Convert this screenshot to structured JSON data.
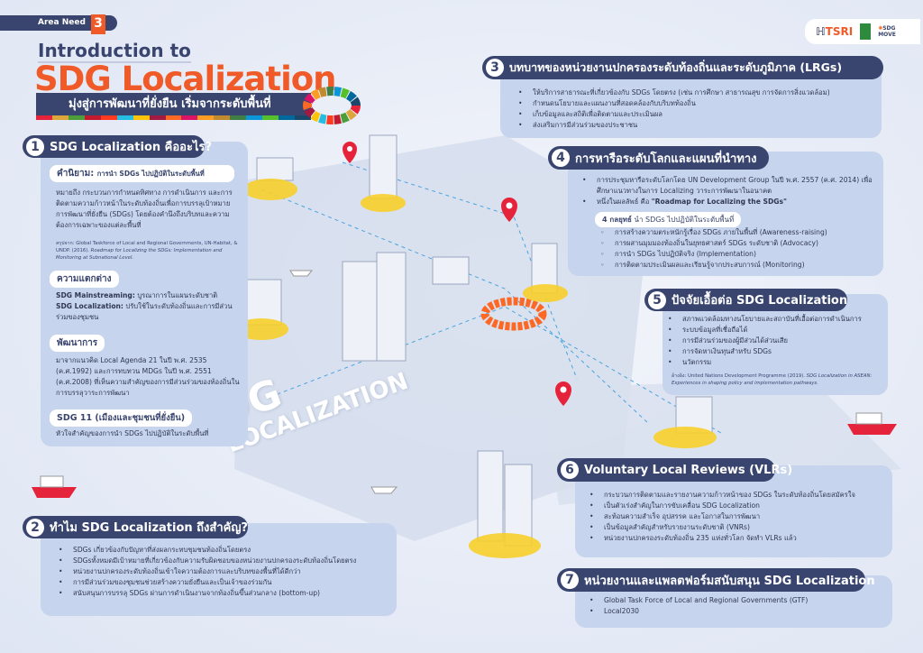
{
  "header": {
    "area_label": "Area Need",
    "area_number": "3",
    "intro": "Introduction to",
    "title": "SDG Localization",
    "subtitle": "มุ่งสู่การพัฒนาที่ยั่งยืน เริ่มจากระดับพื้นที่",
    "logos": [
      "TSRI",
      "SDG MOVE"
    ]
  },
  "colors": {
    "navy": "#39456f",
    "orange": "#f05a28",
    "panel": "#c6d4ee",
    "sdg_stripe": [
      "#e5243b",
      "#dda63a",
      "#4c9f38",
      "#c5192d",
      "#ff3a21",
      "#26bde2",
      "#fcc30b",
      "#a21942",
      "#fd6925",
      "#dd1367",
      "#fd9d24",
      "#bf8b2e",
      "#3f7e44",
      "#0a97d9",
      "#56c02b",
      "#00689d",
      "#19486a"
    ]
  },
  "map": {
    "watermark_1": "SDG",
    "watermark_2": "LOCALIZATION"
  },
  "s1": {
    "num": "1",
    "title": "SDG Localization คืออะไร?",
    "def_label": "คำนิยาม:",
    "def_sub": "การนำ SDGs ไปปฏิบัติในระดับพื้นที่",
    "def_text": "หมายถึง กระบวนการกำหนดทิศทาง การดำเนินการ และการติดตามความก้าวหน้าในระดับท้องถิ่นเพื่อการบรรลุเป้าหมายการพัฒนาที่ยั่งยืน (SDGs) โดยต้องคำนึงถึงบริบทและความต้องการเฉพาะของแต่ละพื้นที่",
    "def_ref_prefix": "สรุปจาก: Global Taskforce of Local and Regional Governments, UN-Habitat, & UNDP. (2016). ",
    "def_ref_title": "Roadmap for Localizing the SDGs: Implementation and Monitoring at Subnational Level.",
    "diff_label": "ความแตกต่าง",
    "diff_1_term": "SDG Mainstreaming:",
    "diff_1_text": " บูรณาการในแผนระดับชาติ",
    "diff_2_term": "SDG Localization:",
    "diff_2_text": " ปรับใช้ในระดับท้องถิ่นและการมีส่วนร่วมของชุมชน",
    "dev_label": "พัฒนาการ",
    "dev_text": "มาจากแนวคิด Local Agenda 21 ในปี พ.ศ. 2535 (ค.ศ.1992) และการทบทวน MDGs ในปี พ.ศ. 2551 (ค.ศ.2008) ที่เห็นความสำคัญของการมีส่วนร่วมของท้องถิ่นในการบรรลุวาระการพัฒนา",
    "sdg11_label": "SDG 11 (เมืองและชุมชนที่ยั่งยืน)",
    "sdg11_text": "หัวใจสำคัญของการนำ SDGs ไปปฏิบัติในระดับพื้นที่"
  },
  "s2": {
    "num": "2",
    "title": "ทำไม SDG Localization ถึงสำคัญ?",
    "items": [
      "SDGs เกี่ยวข้องกับปัญหาที่ส่งผลกระทบชุมชนท้องถิ่นโดยตรง",
      "SDGsทั้งหมดมีเป้าหมายที่เกี่ยวข้องกับความรับผิดชอบของหน่วยงานปกครองระดับท้องถิ่นโดยตรง",
      "หน่วยงานปกครองระดับท้องถิ่นเข้าใจความต้องการและบริบทของพื้นที่ได้ดีกว่า",
      "การมีส่วนร่วมของชุมชนช่วยสร้างความยั่งยืนและเป็นเจ้าของร่วมกัน",
      "สนับสนุนการบรรลุ SDGs ผ่านการดำเนินงานจากท้องถิ่นขึ้นส่วนกลาง (bottom-up)"
    ]
  },
  "s3": {
    "num": "3",
    "title": "บทบาทของหน่วยงานปกครองระดับท้องถิ่นและระดับภูมิภาค (LRGs)",
    "items": [
      "ให้บริการสาธารณะที่เกี่ยวข้องกับ SDGs โดยตรง (เช่น การศึกษา สาธารณสุข การจัดการสิ่งแวดล้อม)",
      "กำหนดนโยบายและแผนงานที่สอดคล้องกับบริบทท้องถิ่น",
      "เก็บข้อมูลและสถิติเพื่อติดตามและประเมินผล",
      "ส่งเสริมการมีส่วนร่วมของประชาชน"
    ]
  },
  "s4": {
    "num": "4",
    "title": "การหารือระดับโลกและแผนที่นำทาง",
    "item_1": "การประชุมหารือระดับโลกโดย UN Development Group ในปี พ.ศ. 2557 (ค.ศ. 2014) เพื่อศึกษาแนวทางในการ Localizing วาระการพัฒนาในอนาคต",
    "item_2_prefix": "หนึ่งในผลลัพธ์ คือ ",
    "item_2_bold": "\"Roadmap for Localizing the SDGs\"",
    "strat_bold": "4 กลยุทธ์",
    "strat_label": " นำ SDGs ไปปฏิบัติในระดับพื้นที่",
    "strategies": [
      "การสร้างความตระหนักรู้เรื่อง SDGs ภายในพื้นที่ (Awareness-raising)",
      "การผสานมุมมองท้องถิ่นในยุทธศาสตร์ SDGs ระดับชาติ (Advocacy)",
      "การนำ SDGs ไปปฏิบัติจริง (Implementation)",
      "การติดตามประเมินผลและเรียนรู้จากประสบการณ์ (Monitoring)"
    ]
  },
  "s5": {
    "num": "5",
    "title": "ปัจจัยเอื้อต่อ SDG Localization",
    "items": [
      "สภาพแวดล้อมทางนโยบายและสถาบันที่เอื้อต่อการดำเนินการ",
      "ระบบข้อมูลที่เชื่อถือได้",
      "การมีส่วนร่วมของผู้มีส่วนได้ส่วนเสีย",
      "การจัดหาเงินทุนสำหรับ SDGs",
      "นวัตกรรม"
    ],
    "ref_prefix": "อ้างอิง: United Nations Development Programme (2019). ",
    "ref_title": "SDG Localization in ASEAN: Experiences in shaping policy and implementation pathways."
  },
  "s6": {
    "num": "6",
    "title": "Voluntary Local Reviews (VLRs)",
    "items": [
      "กระบวนการติดตามและรายงานความก้าวหน้าของ SDGs ในระดับท้องถิ่นโดยสมัครใจ",
      "เป็นตัวเร่งสำคัญในการขับเคลื่อน SDG Localization",
      "สะท้อนความสำเร็จ อุปสรรค และโอกาสในการพัฒนา",
      "เป็นข้อมูลสำคัญสำหรับรายงานระดับชาติ (VNRs)",
      "หน่วยงานปกครองระดับท้องถิ่น 235 แห่งทั่วโลก จัดทำ VLRs แล้ว"
    ]
  },
  "s7": {
    "num": "7",
    "title": "หน่วยงานและแพลตฟอร์มสนับสนุน SDG Localization",
    "items": [
      "Global Task Force of Local and Regional Governments (GTF)",
      "Local2030"
    ]
  }
}
